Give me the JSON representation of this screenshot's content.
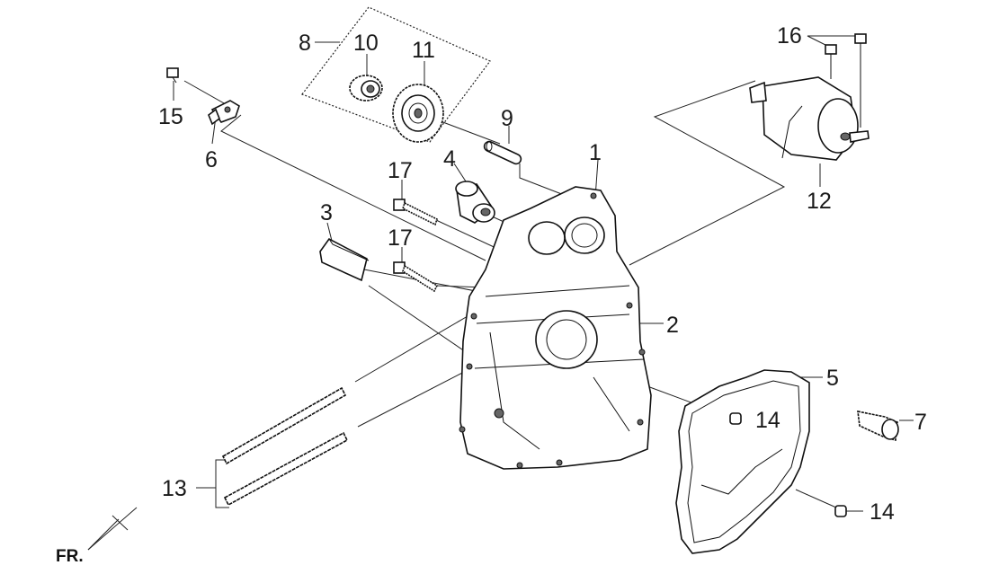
{
  "diagram": {
    "callouts": [
      "1",
      "2",
      "3",
      "4",
      "5",
      "6",
      "7",
      "8",
      "9",
      "10",
      "11",
      "12",
      "13",
      "14",
      "14",
      "15",
      "16",
      "17",
      "17"
    ],
    "front_marker": "FR."
  }
}
